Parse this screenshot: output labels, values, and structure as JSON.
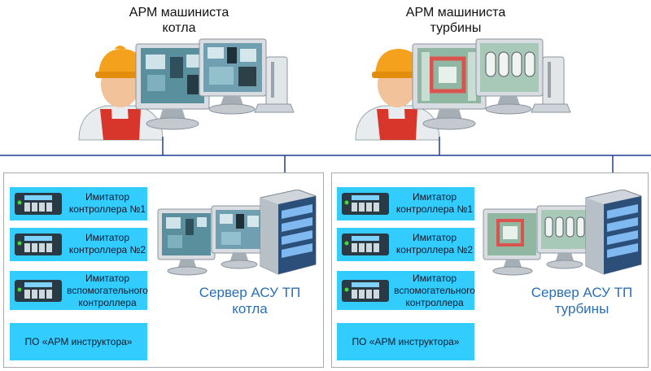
{
  "network": {
    "bus_color": "#1f3f8f"
  },
  "workstations": {
    "boiler": {
      "title_line1": "АРМ машиниста",
      "title_line2": "котла"
    },
    "turbine": {
      "title_line1": "АРМ машиниста",
      "title_line2": "турбины"
    }
  },
  "sections": [
    {
      "id": "boiler",
      "boxes": [
        {
          "line1": "Имитатор",
          "line2": "контроллера №1",
          "line3": ""
        },
        {
          "line1": "Имитатор",
          "line2": "контроллера №2",
          "line3": ""
        },
        {
          "line1": "Имитатор",
          "line2": "вспомогательного",
          "line3": "контроллера"
        },
        {
          "line1": "ПО «АРМ инструктора»"
        }
      ],
      "server_label_line1": "Сервер АСУ ТП",
      "server_label_line2": "котла"
    },
    {
      "id": "turbine",
      "boxes": [
        {
          "line1": "Имитатор",
          "line2": "контроллера №1",
          "line3": ""
        },
        {
          "line1": "Имитатор",
          "line2": "контроллера №2",
          "line3": ""
        },
        {
          "line1": "Имитатор",
          "line2": "вспомогательного",
          "line3": "контроллера"
        },
        {
          "line1": "ПО «АРМ инструктора»"
        }
      ],
      "server_label_line1": "Сервер АСУ ТП",
      "server_label_line2": "турбины"
    }
  ],
  "icons": {
    "operator": "operator-avatar-icon",
    "monitor": "monitor-icon",
    "server": "server-tower-icon",
    "controller": "controller-device-icon"
  },
  "colors": {
    "box_fill": "#33ccff",
    "server_text": "#2a6fb5",
    "panel_border": "#a9a9a9"
  }
}
